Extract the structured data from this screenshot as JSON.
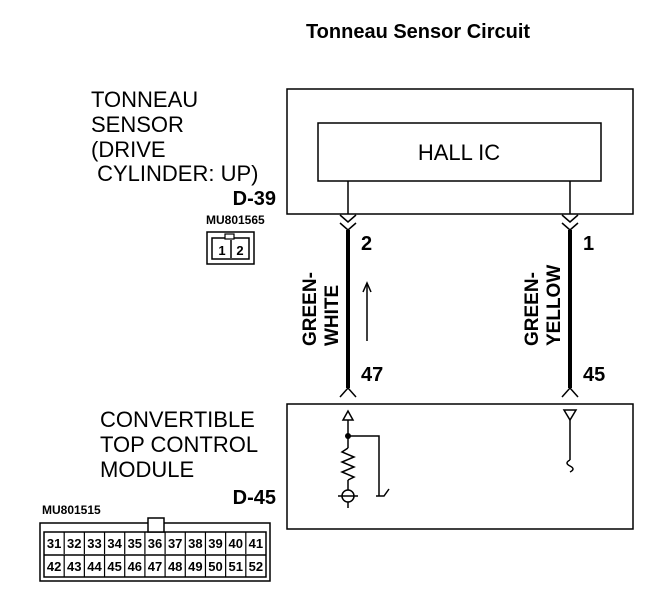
{
  "title": "Tonneau Sensor Circuit",
  "sensor": {
    "label_lines": [
      "TONNEAU",
      "SENSOR",
      "(DRIVE",
      " CYLINDER: UP)"
    ],
    "connector_id": "D-39",
    "part_number": "MU801565",
    "connector_pins": [
      "1",
      "2"
    ],
    "inner_component": "HALL IC"
  },
  "module": {
    "label_lines": [
      "CONVERTIBLE",
      "TOP CONTROL",
      "MODULE"
    ],
    "connector_id": "D-45",
    "part_number": "MU801515",
    "connector_rows": [
      [
        "31",
        "32",
        "33",
        "34",
        "35",
        "36",
        "37",
        "38",
        "39",
        "40",
        "41"
      ],
      [
        "42",
        "43",
        "44",
        "45",
        "46",
        "47",
        "48",
        "49",
        "50",
        "51",
        "52"
      ]
    ]
  },
  "wires": [
    {
      "sensor_pin": "2",
      "module_pin": "47",
      "color_lines": [
        "GREEN-",
        "WHITE"
      ]
    },
    {
      "sensor_pin": "1",
      "module_pin": "45",
      "color_lines": [
        "GREEN-",
        "YELLOW"
      ]
    }
  ]
}
